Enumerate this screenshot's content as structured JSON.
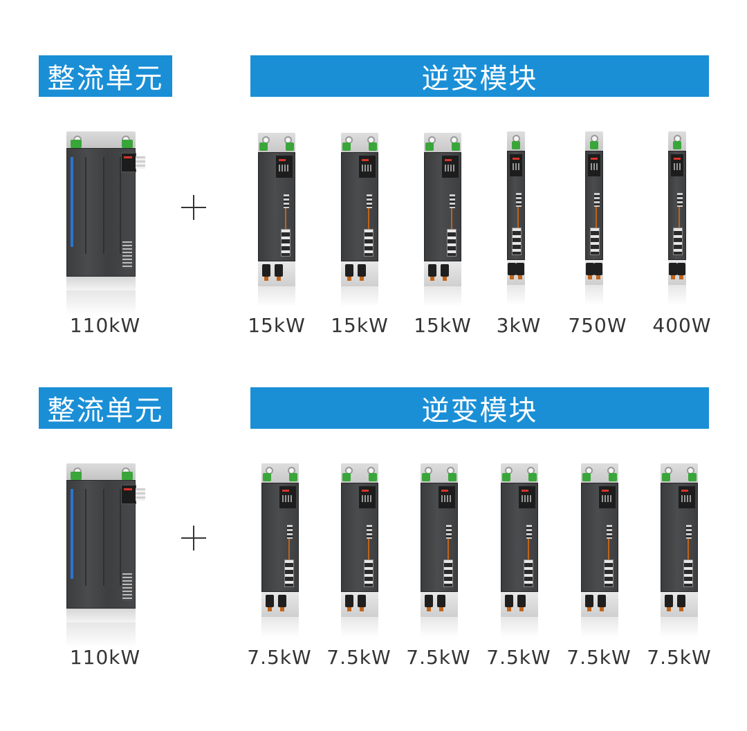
{
  "groups": [
    {
      "rectifier_title": "整流单元",
      "inverter_title": "逆变模块",
      "rectifier_power": "110kW",
      "modules": [
        {
          "power": "15kW"
        },
        {
          "power": "15kW"
        },
        {
          "power": "15kW"
        },
        {
          "power": "3kW"
        },
        {
          "power": "750W"
        },
        {
          "power": "400W"
        }
      ]
    },
    {
      "rectifier_title": "整流单元",
      "inverter_title": "逆变模块",
      "rectifier_power": "110kW",
      "modules": [
        {
          "power": "7.5kW"
        },
        {
          "power": "7.5kW"
        },
        {
          "power": "7.5kW"
        },
        {
          "power": "7.5kW"
        },
        {
          "power": "7.5kW"
        },
        {
          "power": "7.5kW"
        }
      ]
    }
  ],
  "colors": {
    "banner": "#1a8fd6",
    "accent_stripe": "#2b74d1",
    "terminal_green": "#3aa63a",
    "led_red": "#d9342b"
  },
  "icons": {
    "plus": "plus-icon"
  }
}
